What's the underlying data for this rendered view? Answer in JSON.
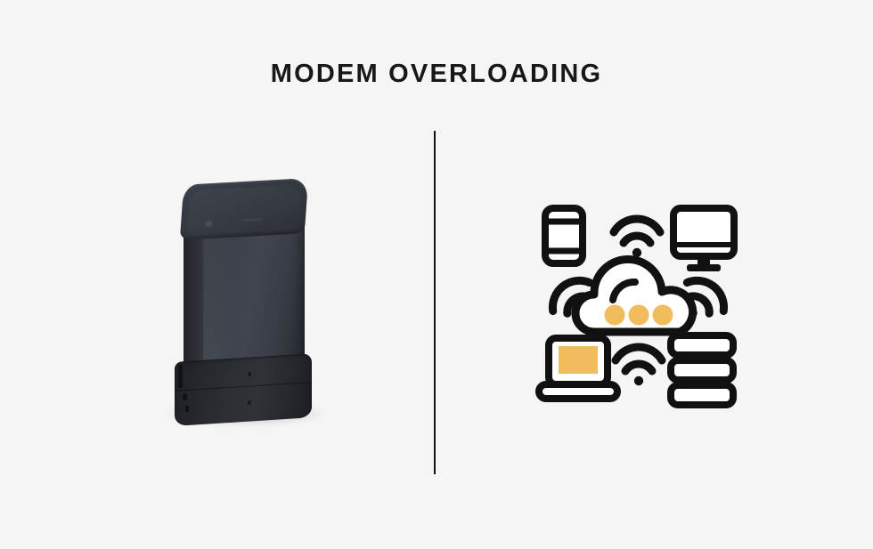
{
  "page": {
    "title": "MODEM OVERLOADING",
    "background_color": "#f5f5f5",
    "title_color": "#17181a"
  },
  "divider": {
    "orientation": "vertical",
    "color": "#121212"
  },
  "left_panel": {
    "name": "modem-photo",
    "alt": "Black modem router tower device",
    "colors": {
      "body": "#3d424a",
      "top_face": "#363a42",
      "base": "#26282d"
    }
  },
  "right_panel": {
    "name": "network-overload-illustration",
    "alt": "Cloud network connecting multiple devices over wifi",
    "colors": {
      "stroke": "#111111",
      "accent": "#f0bc5e",
      "fill": "#ffffff"
    },
    "nodes": [
      {
        "id": "smartphone",
        "icon": "smartphone-icon",
        "position": "top-left"
      },
      {
        "id": "monitor",
        "icon": "desktop-monitor-icon",
        "position": "top-right"
      },
      {
        "id": "laptop",
        "icon": "laptop-icon",
        "position": "bottom-left"
      },
      {
        "id": "server",
        "icon": "server-stack-icon",
        "position": "bottom-right"
      },
      {
        "id": "cloud",
        "icon": "cloud-icon",
        "position": "center",
        "dots": 3
      }
    ],
    "signals": [
      {
        "id": "wifi-top",
        "icon": "wifi-icon",
        "direction": "up"
      },
      {
        "id": "wifi-left",
        "icon": "wifi-icon",
        "direction": "left"
      },
      {
        "id": "wifi-right",
        "icon": "wifi-icon",
        "direction": "right"
      },
      {
        "id": "wifi-bottom",
        "icon": "wifi-icon",
        "direction": "down"
      }
    ]
  }
}
